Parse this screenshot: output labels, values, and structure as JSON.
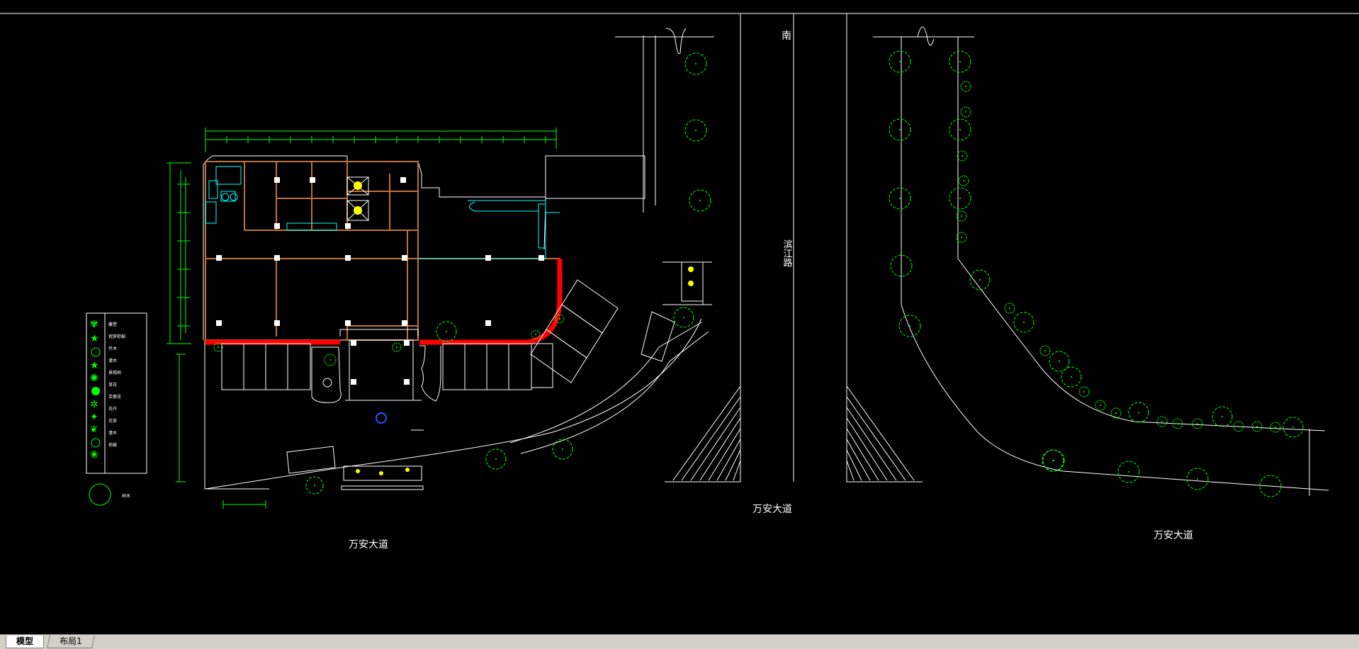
{
  "drawing": {
    "road_labels": [
      "万安大道",
      "万安大道",
      "万安大道"
    ],
    "vertical_road_label": "南",
    "vertical_road_name": "滨江路",
    "legend_items": [
      "雕塑",
      "观赏棕榈",
      "乔木",
      "灌木",
      "景观树",
      "草花",
      "芙蓉花",
      "花卉",
      "花草",
      "灌木",
      "地被"
    ],
    "legend_extra": "树木"
  },
  "layout_tabs": {
    "model": "模型",
    "layout1": "布局1"
  },
  "colors": {
    "background": "#000000",
    "lines": "#ffffff",
    "trees": "#00ff00",
    "wall_highlight": "#ff0000",
    "building": "#b5651d",
    "cyan": "#00ffff",
    "dimensions": "#00ff00"
  }
}
